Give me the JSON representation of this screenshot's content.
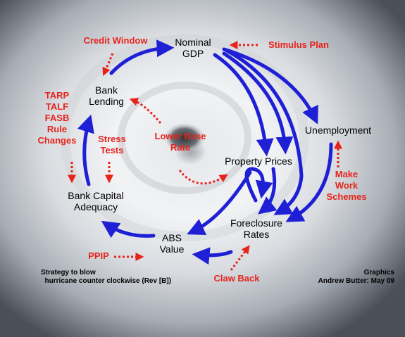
{
  "colors": {
    "flow_arrow": "#1f1fd6",
    "policy": "#e8231c",
    "node_text": "#000000"
  },
  "nodes": {
    "nominal_gdp": "Nominal\nGDP",
    "bank_lending": "Bank\nLending",
    "unemployment": "Unemployment",
    "property_prices": "Property Prices",
    "bank_capital": "Bank Capital\nAdequacy",
    "foreclosure_rates": "Foreclosure\nRates",
    "abs_value": "ABS\nValue"
  },
  "policies": {
    "credit_window": "Credit Window",
    "stimulus_plan": "Stimulus Plan",
    "tarp_block": "TARP\nTALF\nFASB\nRule\nChanges",
    "stress_tests": "Stress\nTests",
    "lower_base_rate": "Lower Base\nRate",
    "make_work": "Make\nWork\nSchemes",
    "ppip": "PPIP",
    "claw_back": "Claw Back"
  },
  "notes": {
    "strategy": "Strategy to blow\n  hurricane counter clockwise (Rev [B])",
    "credit": "Graphics\nAndrew Butter: May 09"
  }
}
